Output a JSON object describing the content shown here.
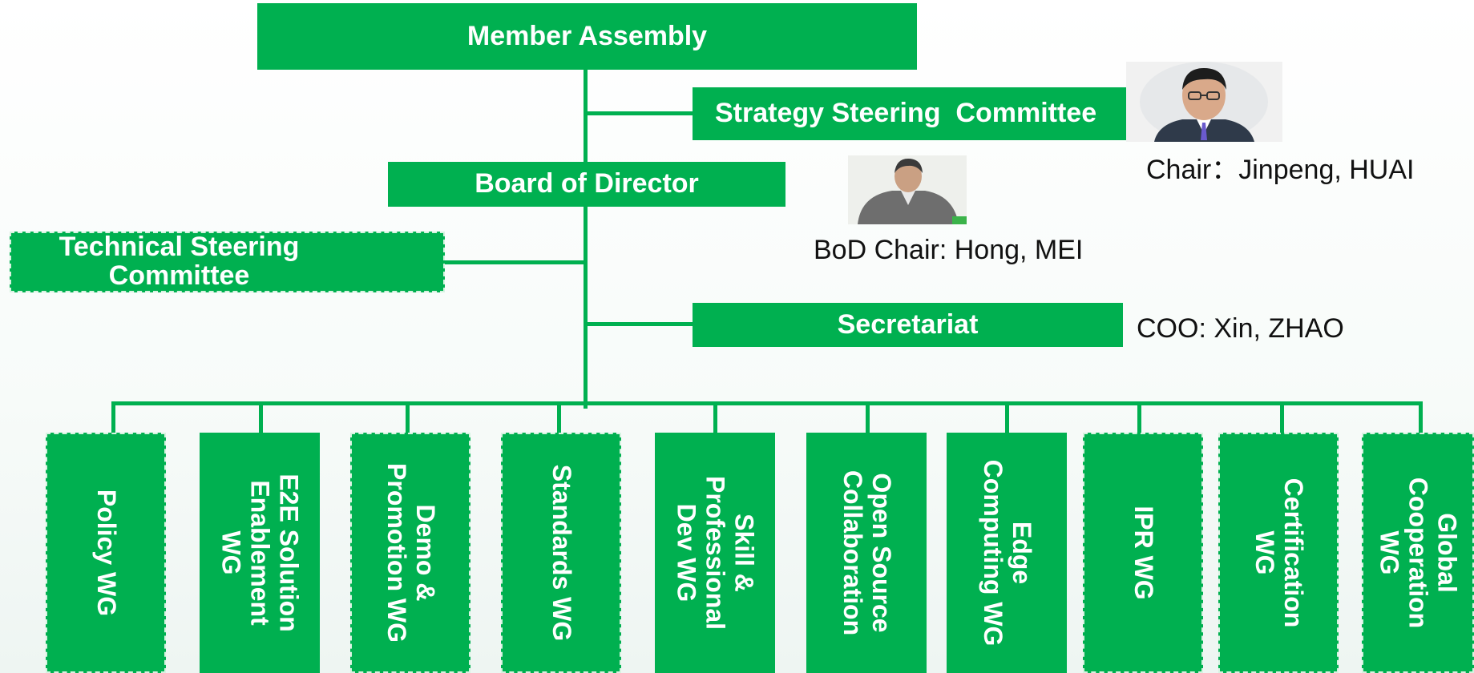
{
  "colors": {
    "accent": "#00b050",
    "text_on_accent": "#ffffff",
    "caption_text": "#111111"
  },
  "nodes": {
    "member_assembly": "Member Assembly",
    "strategy_steering": "Strategy Steering  Committee",
    "board_of_director": "Board of Director",
    "technical_steering": "Technical Steering\nCommittee",
    "secretariat": "Secretariat"
  },
  "captions": {
    "strategy_chair": "Chair：Jinpeng, HUAI",
    "bod_chair": "BoD Chair: Hong, MEI",
    "coo": "COO: Xin, ZHAO"
  },
  "working_groups": [
    {
      "label": "Policy WG",
      "dashed": true
    },
    {
      "label": "E2E  Solution\nEnablement\nWG",
      "dashed": false
    },
    {
      "label": "Demo &\nPromotion WG",
      "dashed": true
    },
    {
      "label": "Standards WG",
      "dashed": true
    },
    {
      "label": "Skill &\nProfessional\nDev WG",
      "dashed": false
    },
    {
      "label": "Open Source\nCollaboration",
      "dashed": false
    },
    {
      "label": "Edge\nComputing WG",
      "dashed": false
    },
    {
      "label": "IPR WG",
      "dashed": true
    },
    {
      "label": "Certification\nWG",
      "dashed": true
    },
    {
      "label": "Global\nCooperation\nWG",
      "dashed": true
    }
  ]
}
